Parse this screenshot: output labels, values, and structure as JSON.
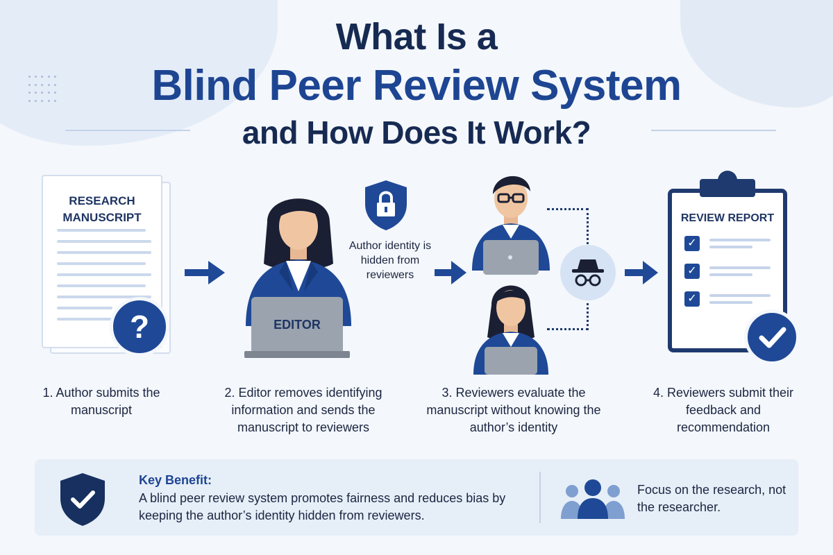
{
  "header": {
    "title_line1": "What Is a",
    "title_line2": "Blind Peer Review System",
    "title_line3": "and How Does It Work?"
  },
  "step1": {
    "document_heading": "RESEARCH\nMANUSCRIPT",
    "badge_symbol": "?",
    "caption": "1. Author submits the manuscript"
  },
  "step2": {
    "laptop_label": "EDITOR",
    "caption": "2. Editor removes identifying information and sends the manuscript to reviewers"
  },
  "anonymity": {
    "note": "Author identity is hidden from reviewers",
    "icon": "lock-shield-icon"
  },
  "step3": {
    "caption": "3. Reviewers evaluate the manuscript without knowing the author’s identity",
    "icon": "incognito-icon"
  },
  "step4": {
    "document_heading": "REVIEW REPORT",
    "caption": "4. Reviewers submit their feedback and recommendation"
  },
  "benefit": {
    "title": "Key Benefit:",
    "body": "A blind peer review system promotes fairness and reduces bias by keeping the author’s identity hidden from reviewers.",
    "tagline": "Focus on the research, not the researcher."
  },
  "colors": {
    "navy": "#162a52",
    "brand_blue": "#1d4592",
    "accent_blue": "#1f4997",
    "panel": "#e6eef8",
    "background": "#f4f7fb"
  }
}
